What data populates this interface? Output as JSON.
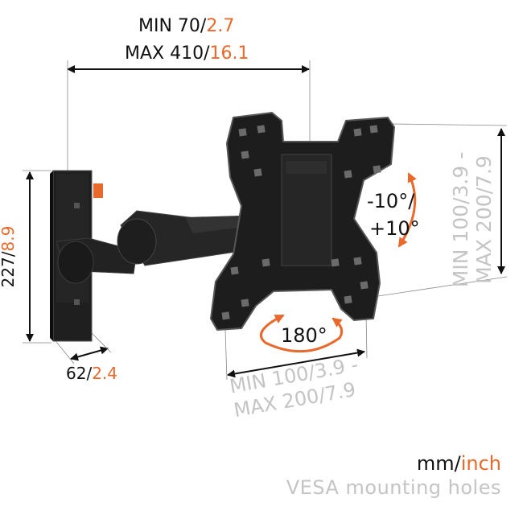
{
  "top_dimension": {
    "min_mm": "MIN 70/",
    "min_in": "2.7",
    "max_mm": "MAX 410/",
    "max_in": "16.1"
  },
  "height_dimension": {
    "mm": "227/",
    "in": "8.9"
  },
  "depth_dimension": {
    "mm": "62/",
    "in": "2.4"
  },
  "tilt": {
    "line1": "-10°/",
    "line2": "+10°"
  },
  "rotation": {
    "label": "180°"
  },
  "vesa_right": {
    "line1_dark": "MIN 100/",
    "line1_in": "3.9 -",
    "line2_dark": "MAX 200/",
    "line2_in": "7.9"
  },
  "vesa_bottom": {
    "line1_dark": "MIN 100/",
    "line1_in": "3.9 -",
    "line2_dark": "MAX 200/",
    "line2_in": "7.9"
  },
  "legend": {
    "mm": "mm/",
    "inch": "inch",
    "vesa": "VESA mounting holes"
  },
  "colors": {
    "accent": "#e8692b",
    "product": "#1b1b1b",
    "dimension_line": "#111111",
    "vesa_text": "#c4c4c4"
  }
}
